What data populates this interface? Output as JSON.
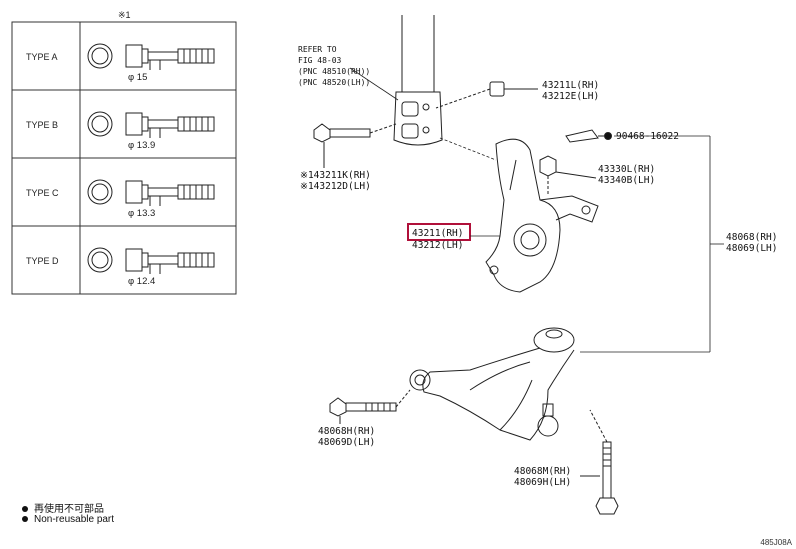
{
  "table": {
    "note_mark": "※1",
    "rows": [
      {
        "type_label": "TYPE A",
        "diameter": "φ 15"
      },
      {
        "type_label": "TYPE B",
        "diameter": "φ 13.9"
      },
      {
        "type_label": "TYPE C",
        "diameter": "φ 13.3"
      },
      {
        "type_label": "TYPE D",
        "diameter": "φ 12.4"
      }
    ]
  },
  "refer": {
    "line1": "REFER TO",
    "line2": "FIG 48-03",
    "line3": "(PNC 48510(RH))",
    "line4": "(PNC 48520(LH))"
  },
  "parts": {
    "p43211L": {
      "rh": "43211L(RH)",
      "lh": "43212E(LH)"
    },
    "p90468": "90468-16022",
    "p43330": {
      "rh": "43330L(RH)",
      "lh": "43340B(LH)"
    },
    "p43211K": {
      "rh": "※143211K(RH)",
      "lh": "※143212D(LH)"
    },
    "p43211": {
      "rh": "43211(RH)",
      "lh": "43212(LH)"
    },
    "p48068": {
      "rh": "48068(RH)",
      "lh": "48069(LH)"
    },
    "p48068H": {
      "rh": "48068H(RH)",
      "lh": "48069D(LH)"
    },
    "p48068M": {
      "rh": "48068M(RH)",
      "lh": "48069H(LH)"
    }
  },
  "legend": {
    "line1": "再使用不可部品",
    "line2": "Non-reusable part"
  },
  "footer_code": "485J08A"
}
